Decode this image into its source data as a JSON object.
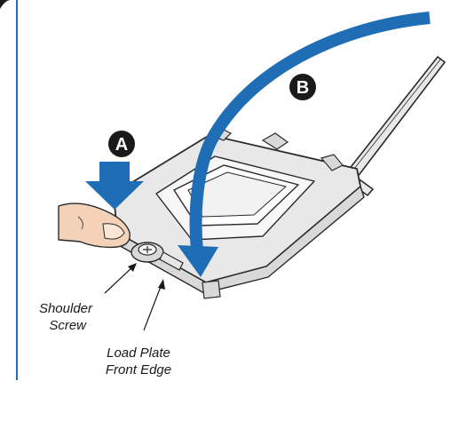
{
  "figure": {
    "step_markers": [
      {
        "id": "A",
        "label": "A"
      },
      {
        "id": "B",
        "label": "B"
      }
    ],
    "callouts": {
      "shoulder_screw_line1": "Shoulder",
      "shoulder_screw_line2": "Screw",
      "load_plate_line1": "Load Plate",
      "load_plate_line2": "Front Edge"
    },
    "colors": {
      "accent": "#1f6db4",
      "marker": "#1a1a1a",
      "outline": "#2a2a2a",
      "metal": "#e8e8e8",
      "skin": "#f3d2b8"
    }
  }
}
